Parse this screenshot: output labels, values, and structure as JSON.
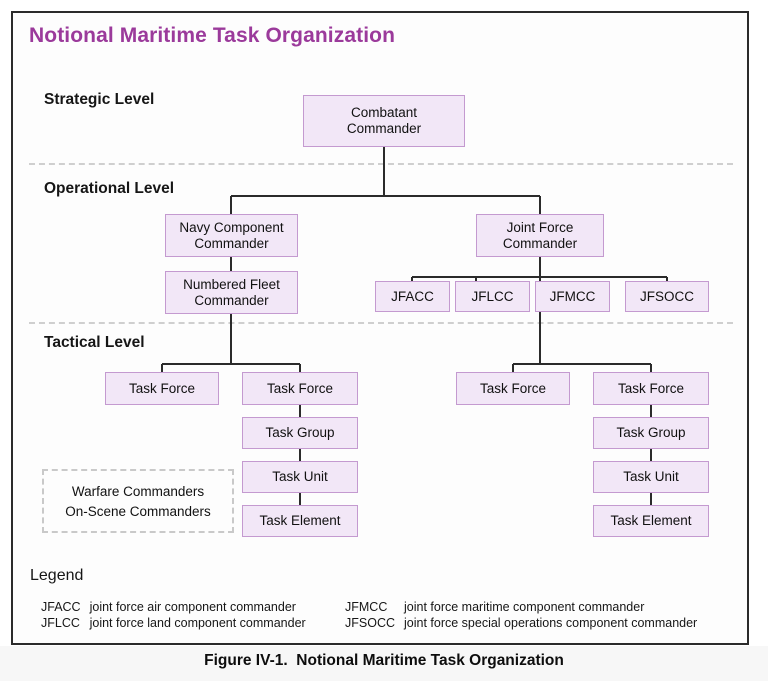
{
  "figure": {
    "title": "Notional Maritime Task Organization",
    "caption": "Figure IV-1.  Notional Maritime Task Organization"
  },
  "levels": [
    {
      "key": "strategic",
      "label": "Strategic Level"
    },
    {
      "key": "operational",
      "label": "Operational Level"
    },
    {
      "key": "tactical",
      "label": "Tactical Level"
    }
  ],
  "nodes": {
    "combatant_commander": "Combatant\nCommander",
    "navy_component_commander": "Navy Component\nCommander",
    "numbered_fleet_commander": "Numbered Fleet\nCommander",
    "joint_force_commander": "Joint Force\nCommander",
    "jfacc": "JFACC",
    "jflcc": "JFLCC",
    "jfmcc": "JFMCC",
    "jfsocc": "JFSOCC",
    "left_task_force_a": "Task Force",
    "left_task_force_b": "Task Force",
    "left_task_group": "Task Group",
    "left_task_unit": "Task Unit",
    "left_task_element": "Task Element",
    "right_task_force_a": "Task Force",
    "right_task_force_b": "Task Force",
    "right_task_group": "Task Group",
    "right_task_unit": "Task Unit",
    "right_task_element": "Task Element"
  },
  "commanders_note": {
    "line1": "Warfare Commanders",
    "line2": "On-Scene Commanders"
  },
  "legend": {
    "heading": "Legend",
    "left": [
      {
        "abbr": "JFACC",
        "desc": "joint force air component commander"
      },
      {
        "abbr": "JFLCC",
        "desc": "joint force land component commander"
      }
    ],
    "right": [
      {
        "abbr": "JFMCC",
        "desc": "joint force maritime component commander"
      },
      {
        "abbr": "JFSOCC",
        "desc": "joint force special operations component commander"
      }
    ]
  },
  "colors": {
    "title": "#9b3a9b",
    "box_fill": "#f2e7f7",
    "box_border": "#c49ad0",
    "connector": "#2b2b2b",
    "divider": "#cfcfcf",
    "frame": "#2b2b2b"
  }
}
